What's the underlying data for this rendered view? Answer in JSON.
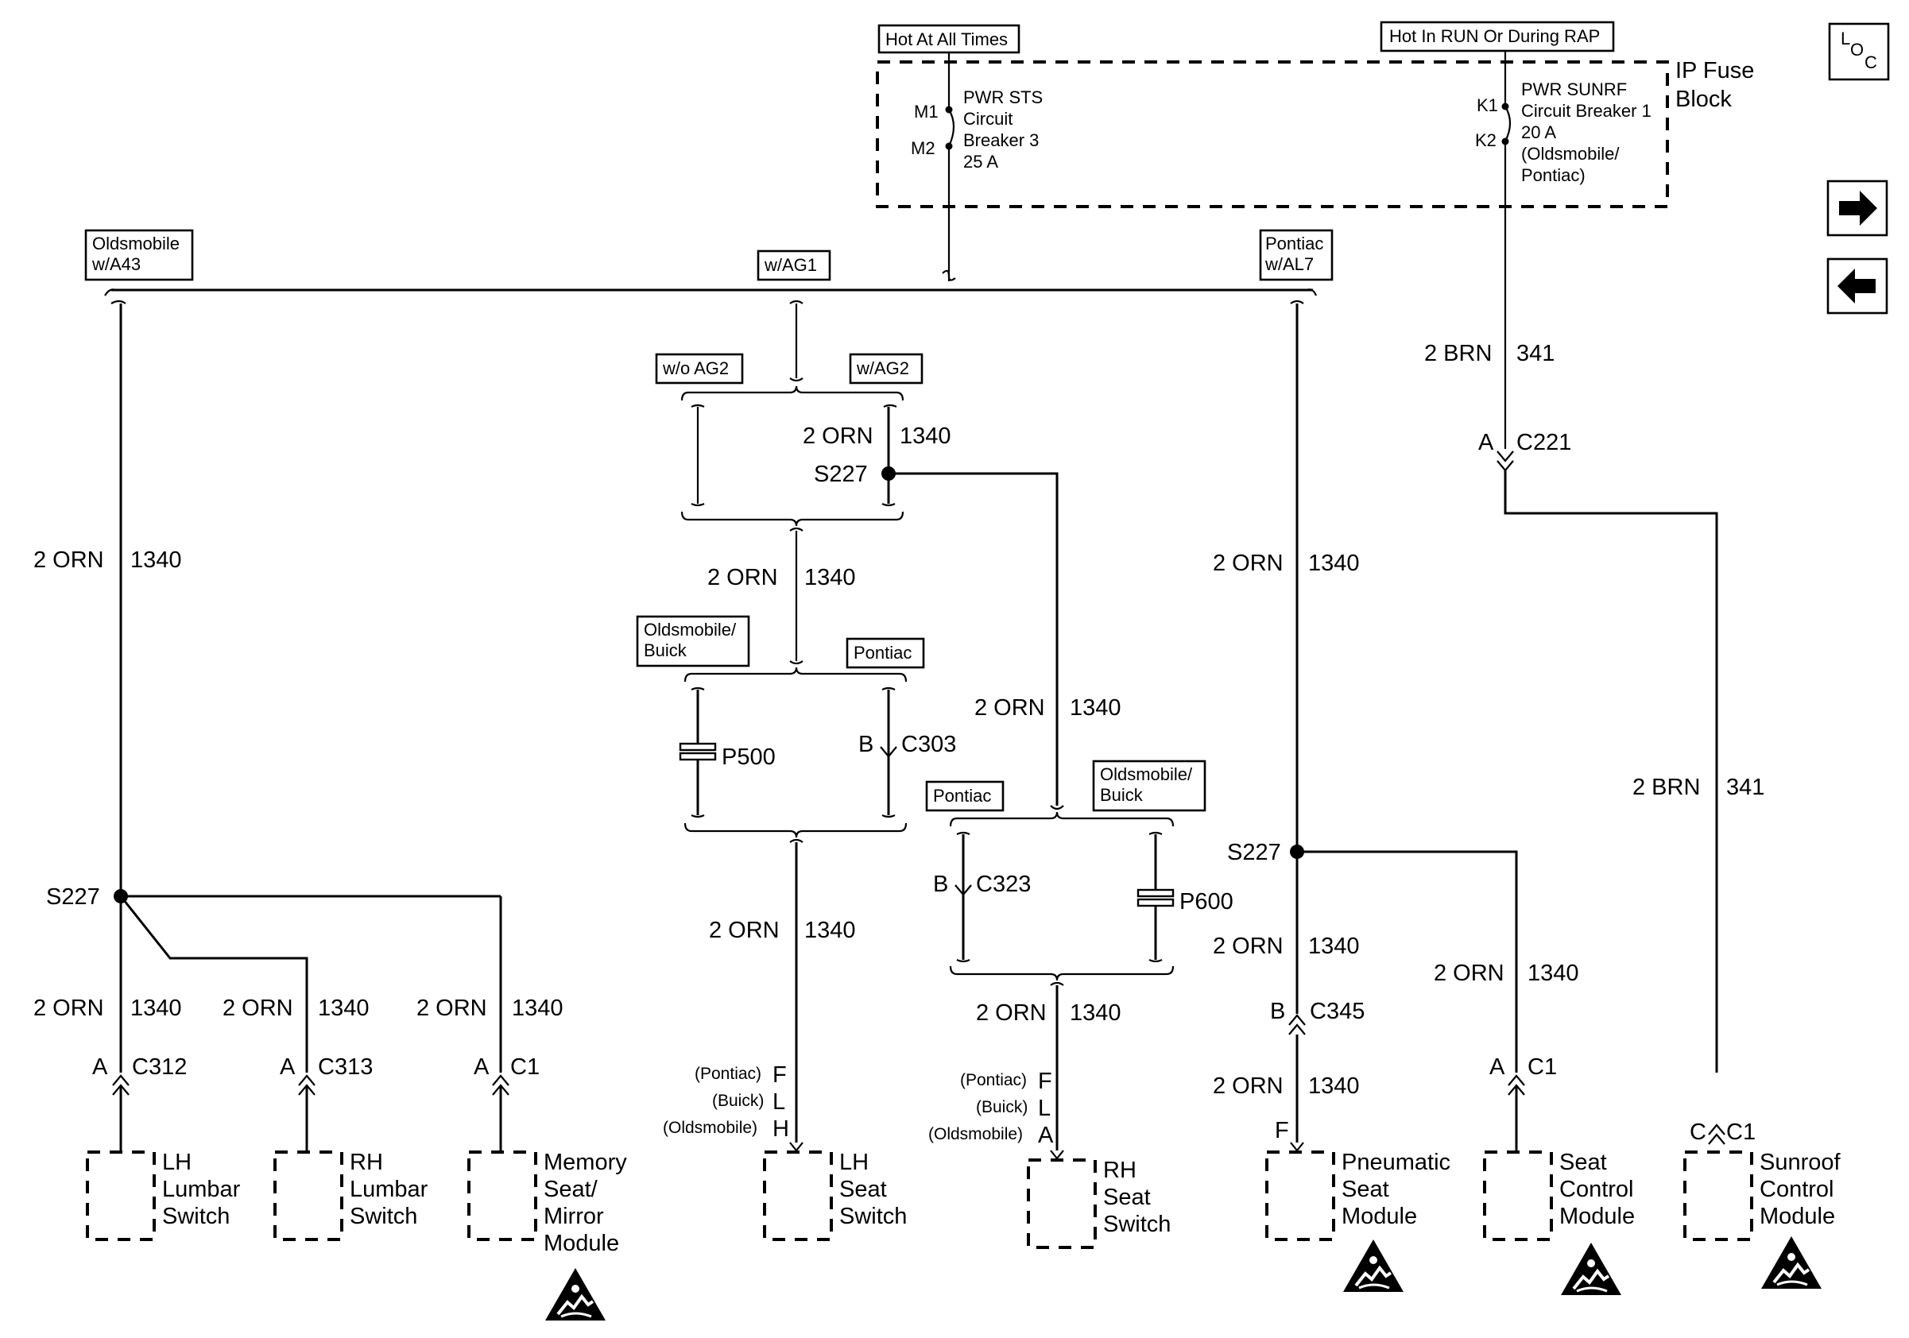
{
  "header": {
    "hot_at_all_times": "Hot At All Times",
    "hot_in_run": "Hot In RUN Or During RAP"
  },
  "fuse_block": {
    "title_line1": "IP Fuse",
    "title_line2": "Block",
    "cb3": {
      "pin_top": "M1",
      "pin_bottom": "M2",
      "lines": [
        "PWR STS",
        "Circuit",
        "Breaker 3",
        "25 A"
      ]
    },
    "cb1": {
      "pin_top": "K1",
      "pin_bottom": "K2",
      "lines": [
        "PWR SUNRF",
        "Circuit Breaker 1",
        "20 A",
        "(Oldsmobile/",
        "Pontiac)"
      ]
    }
  },
  "nav": {
    "loc_l": "L",
    "loc_o": "O",
    "loc_c": "C",
    "next_arrow": "➡",
    "prev_arrow": "⬅"
  },
  "options": {
    "olds_a43_line1": "Oldsmobile",
    "olds_a43_line2": "w/A43",
    "w_ag1": "w/AG1",
    "pontiac_al7_line1": "Pontiac",
    "pontiac_al7_line2": "w/AL7",
    "wo_ag2": "w/o AG2",
    "w_ag2": "w/AG2",
    "olds_buick_1_line1": "Oldsmobile/",
    "olds_buick_1_line2": "Buick",
    "pontiac_1": "Pontiac",
    "pontiac_2": "Pontiac",
    "olds_buick_2_line1": "Oldsmobile/",
    "olds_buick_2_line2": "Buick"
  },
  "wires": {
    "orn_gauge": "2 ORN",
    "orn_circuit": "1340",
    "brn_gauge": "2 BRN",
    "brn_circuit": "341"
  },
  "splices": {
    "s227": "S227"
  },
  "connectors": {
    "c221_pin": "A",
    "c221": "C221",
    "c303_pin": "B",
    "c303": "C303",
    "p500": "P500",
    "c323_pin": "B",
    "c323": "C323",
    "p600": "P600",
    "c345_pin": "B",
    "c345": "C345",
    "c312_pin": "A",
    "c312": "C312",
    "c313_pin": "A",
    "c313": "C313",
    "c1_memory_pin": "A",
    "c1_memory": "C1",
    "c1_seat_ctrl_pin": "A",
    "c1_seat_ctrl": "C1",
    "c1_sunroof_pin": "C",
    "c1_sunroof": "C1",
    "pneumatic_pin": "F",
    "lh_seat_pins": [
      {
        "variant": "(Pontiac)",
        "pin": "F"
      },
      {
        "variant": "(Buick)",
        "pin": "L"
      },
      {
        "variant": "(Oldsmobile)",
        "pin": "H"
      }
    ],
    "rh_seat_pins": [
      {
        "variant": "(Pontiac)",
        "pin": "F"
      },
      {
        "variant": "(Buick)",
        "pin": "L"
      },
      {
        "variant": "(Oldsmobile)",
        "pin": "A"
      }
    ]
  },
  "components": {
    "lh_lumbar": [
      "LH",
      "Lumbar",
      "Switch"
    ],
    "rh_lumbar": [
      "RH",
      "Lumbar",
      "Switch"
    ],
    "memory_seat": [
      "Memory",
      "Seat/",
      "Mirror",
      "Module"
    ],
    "lh_seat": [
      "LH",
      "Seat",
      "Switch"
    ],
    "rh_seat": [
      "RH",
      "Seat",
      "Switch"
    ],
    "pneumatic": [
      "Pneumatic",
      "Seat",
      "Module"
    ],
    "seat_control": [
      "Seat",
      "Control",
      "Module"
    ],
    "sunroof_control": [
      "Sunroof",
      "Control",
      "Module"
    ]
  }
}
